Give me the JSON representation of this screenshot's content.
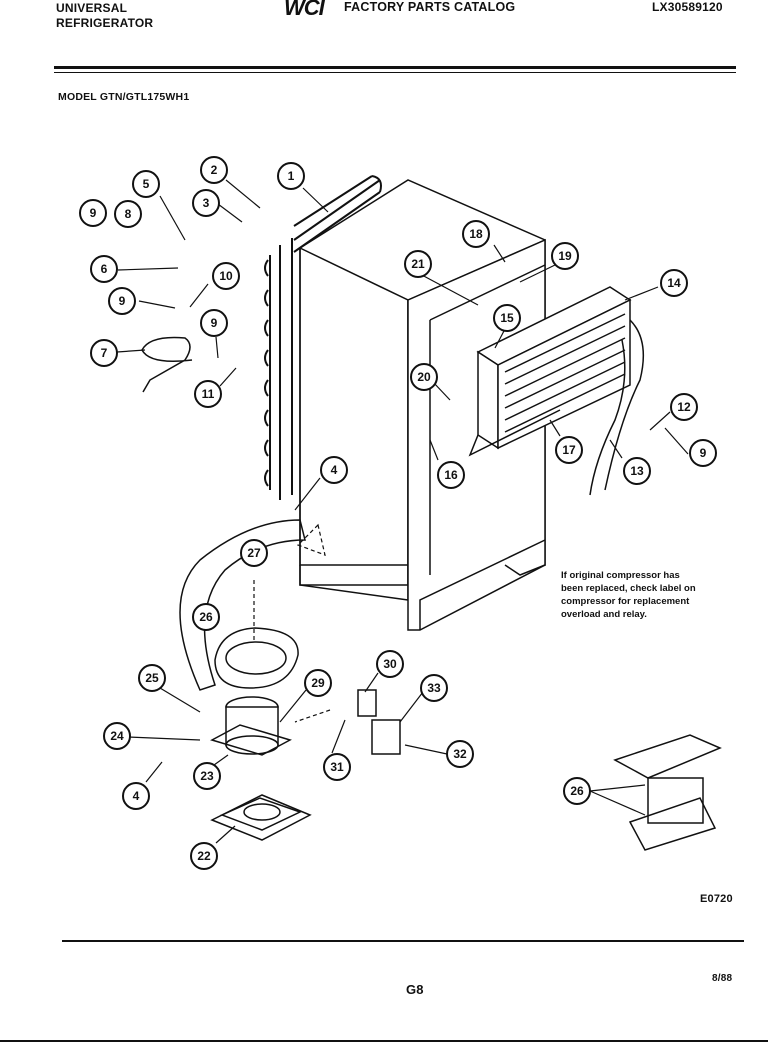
{
  "header": {
    "brand_line1": "UNIVERSAL",
    "brand_line2": "REFRIGERATOR",
    "catalog_logo": "WCI",
    "catalog_title": "FACTORY PARTS CATALOG",
    "catalog_number": "LX30589120",
    "model": "MODEL GTN/GTL175WH1"
  },
  "note": {
    "lines": [
      "If original compressor has",
      "been replaced, check label on",
      "compressor for replacement",
      "overload and relay."
    ]
  },
  "diagram_code": "E0720",
  "footer": {
    "page": "G8",
    "date": "8/88"
  },
  "callouts": {
    "c1": "1",
    "c2": "2",
    "c3": "3",
    "c4a": "4",
    "c4b": "4",
    "c5": "5",
    "c6": "6",
    "c7": "7",
    "c8": "8",
    "c9a": "9",
    "c9b": "9",
    "c9c": "9",
    "c9d": "9",
    "c10": "10",
    "c11": "11",
    "c12": "12",
    "c13": "13",
    "c14": "14",
    "c15": "15",
    "c16": "16",
    "c17": "17",
    "c18": "18",
    "c19": "19",
    "c20": "20",
    "c21": "21",
    "c22": "22",
    "c23": "23",
    "c24": "24",
    "c25": "25",
    "c26a": "26",
    "c26b": "26",
    "c27": "27",
    "c29": "29",
    "c30": "30",
    "c31": "31",
    "c32": "32",
    "c33": "33"
  }
}
